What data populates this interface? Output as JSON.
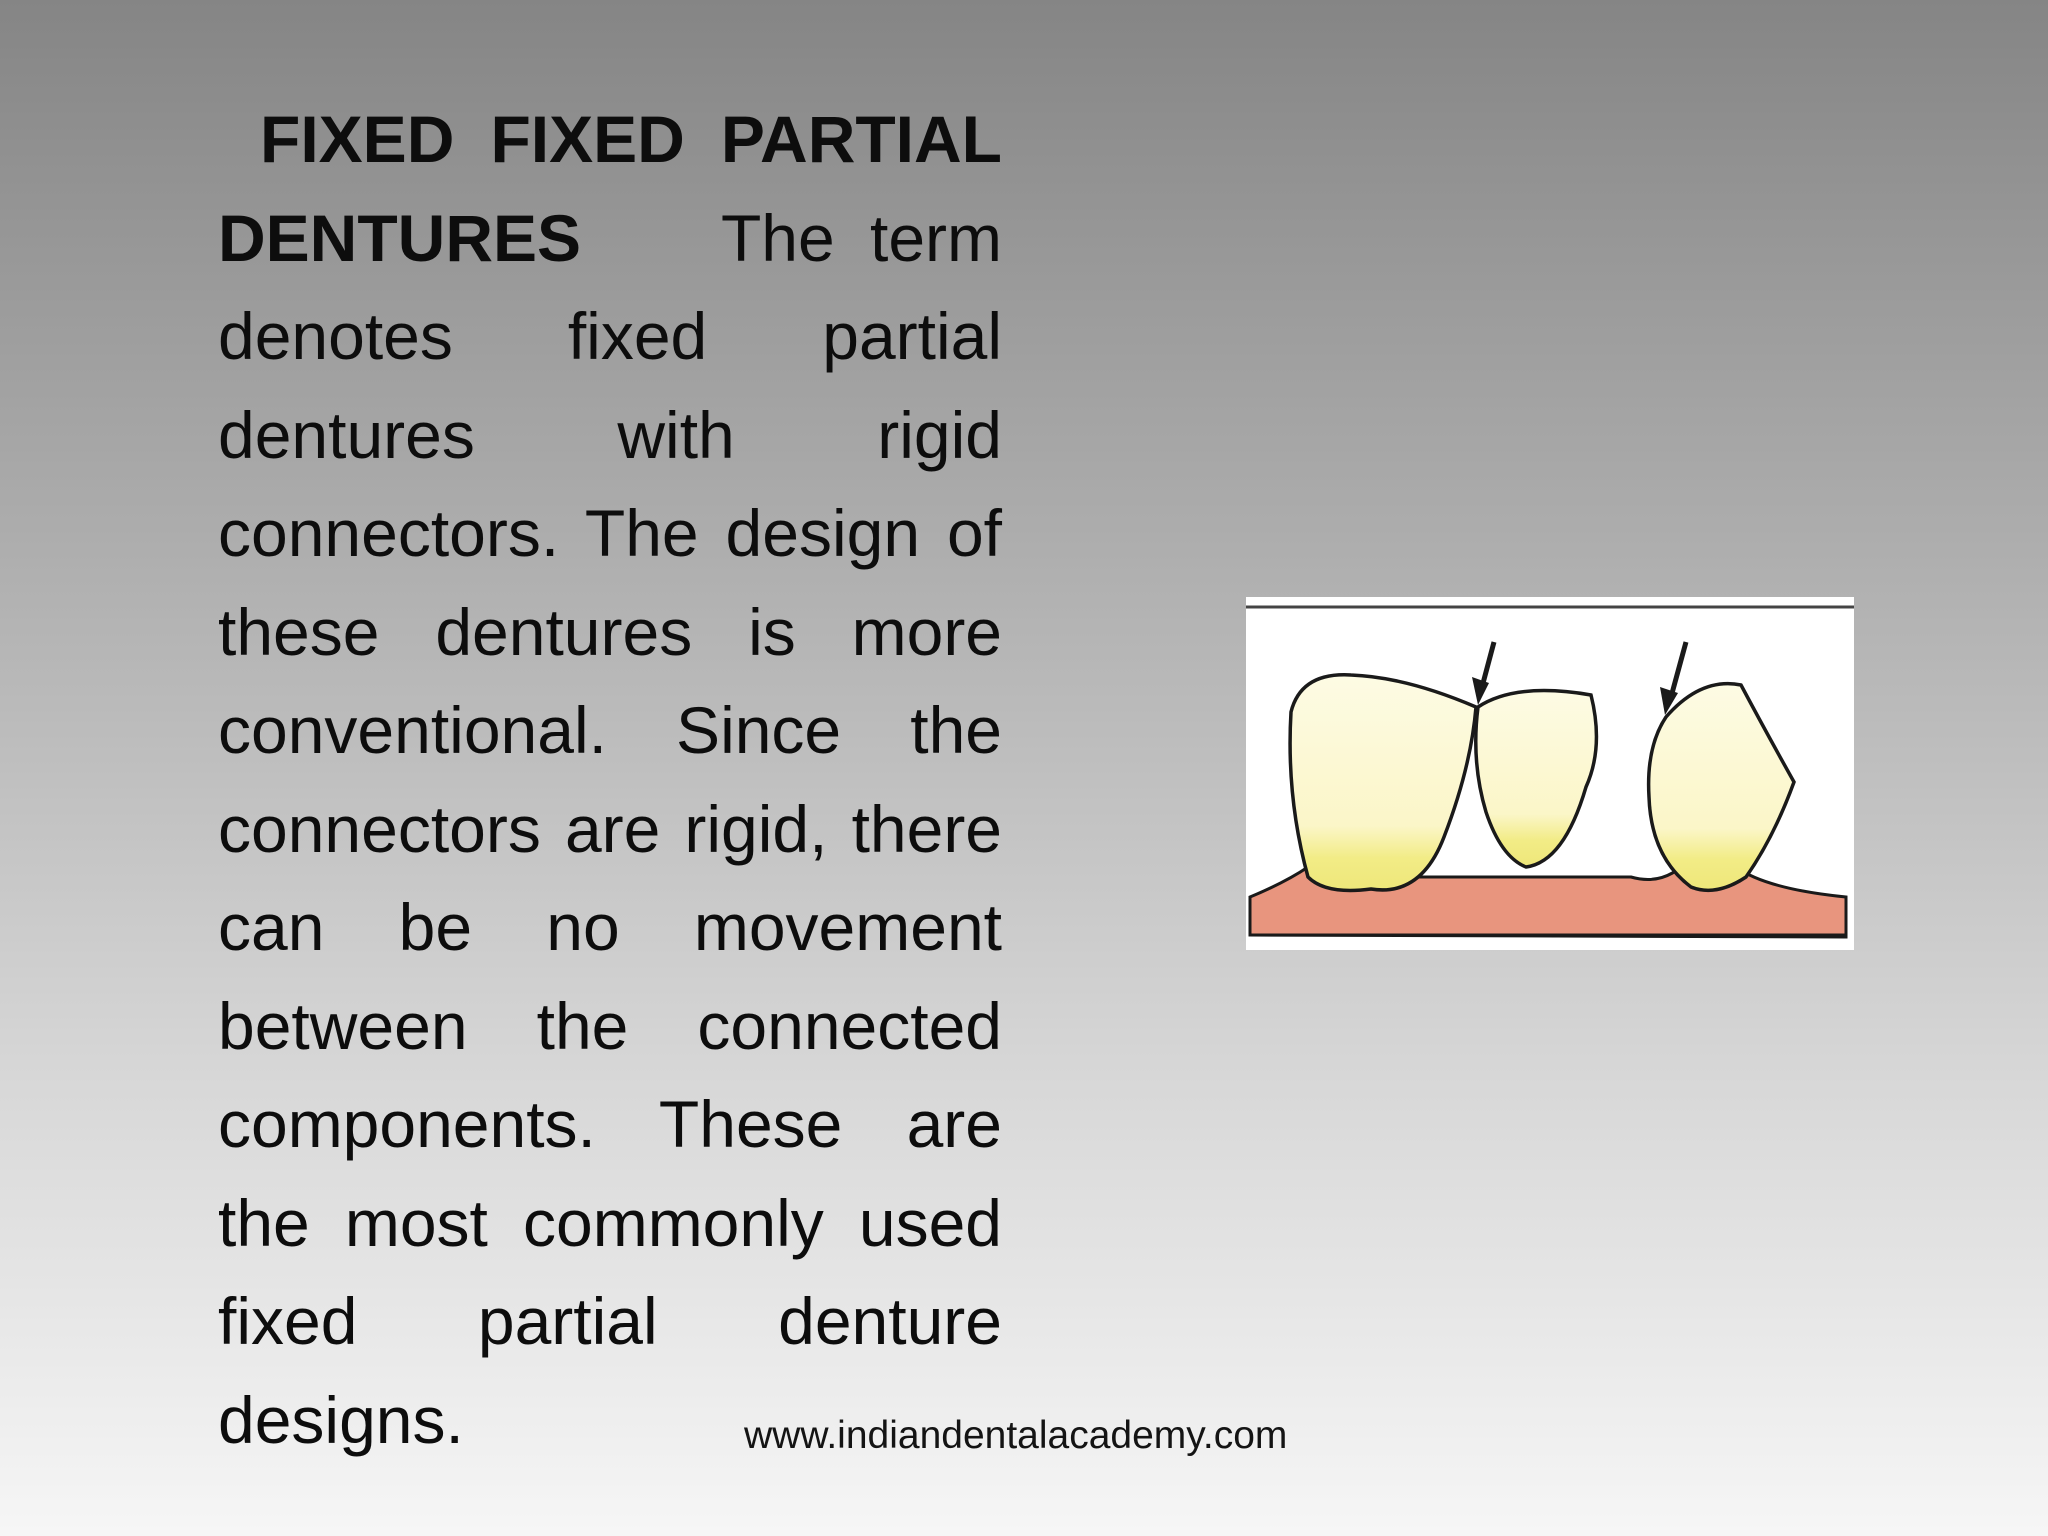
{
  "slide": {
    "title": "FIXED FIXED PARTIAL DENTURES",
    "body": "The term denotes fixed partial dentures with rigid connectors. The design of these dentures is more conventional. Since the connectors are rigid, there can be no movement between the connected components. These are the most commonly used fixed partial denture designs.",
    "footer_url": "www.indiandentalacademy.com"
  },
  "illustration": {
    "subject": "fixed-fixed-bridge-three-teeth-with-rigid-connector-arrows",
    "colors": {
      "gum": "#e8957e",
      "tooth": "#fbf6c8",
      "tooth_cervical": "#f2ec86",
      "outline": "#1a1a1a",
      "background": "#ffffff"
    }
  }
}
